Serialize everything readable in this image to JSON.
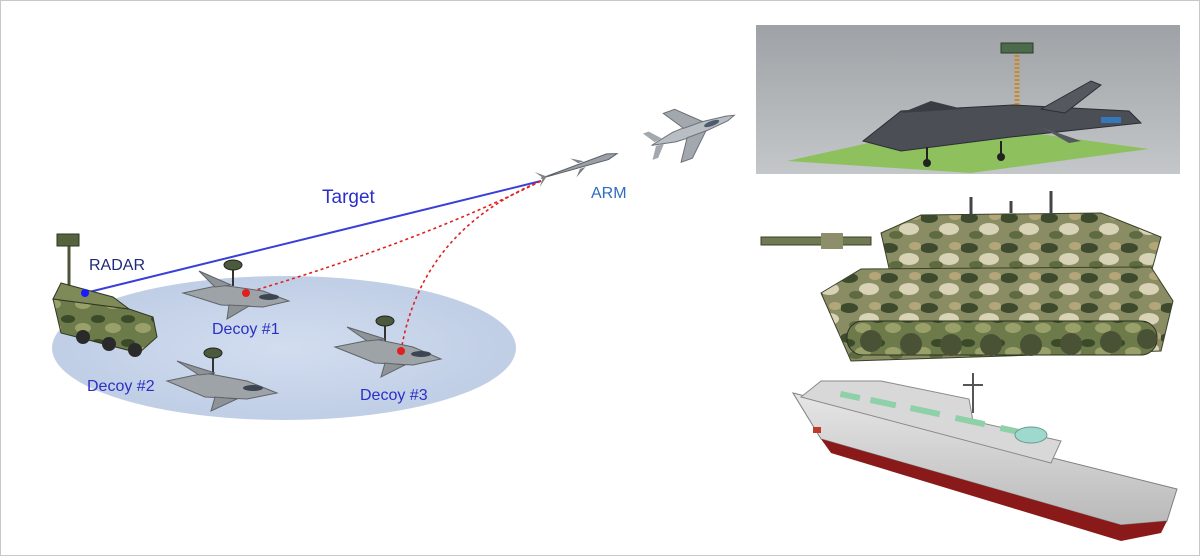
{
  "labels": {
    "target": "Target",
    "radar": "RADAR",
    "arm": "ARM",
    "decoy1": "Decoy #1",
    "decoy2": "Decoy #2",
    "decoy3": "Decoy #3"
  },
  "colors": {
    "target_line": "#3a3fd8",
    "decoy_path": "#e02020",
    "decoy_marker": "#e02020",
    "radar_marker": "#1a1aff",
    "deployment_zone": "#c8d6ec",
    "scene_bg": "#a9adb0",
    "ground_pad": "#8ec05e"
  },
  "icons": [
    "radar-truck-icon",
    "fighter-jet-icon",
    "missile-icon",
    "tank-icon",
    "warship-icon"
  ]
}
